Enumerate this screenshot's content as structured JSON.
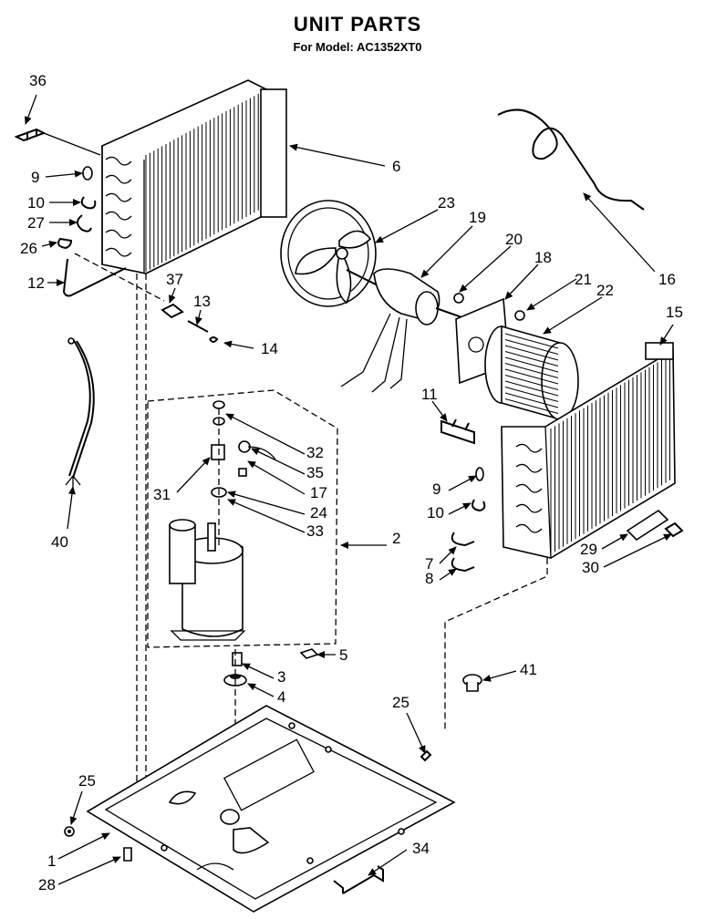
{
  "header": {
    "title": "UNIT PARTS",
    "subtitle": "For Model: AC1352XT0"
  },
  "diagram": {
    "labels": [
      "36",
      "9",
      "10",
      "27",
      "26",
      "12",
      "6",
      "37",
      "13",
      "14",
      "23",
      "19",
      "20",
      "18",
      "21",
      "22",
      "16",
      "15",
      "40",
      "11",
      "32",
      "35",
      "17",
      "31",
      "24",
      "33",
      "2",
      "9",
      "10",
      "7",
      "8",
      "29",
      "30",
      "5",
      "3",
      "4",
      "41",
      "25",
      "25",
      "1",
      "28",
      "34"
    ]
  }
}
